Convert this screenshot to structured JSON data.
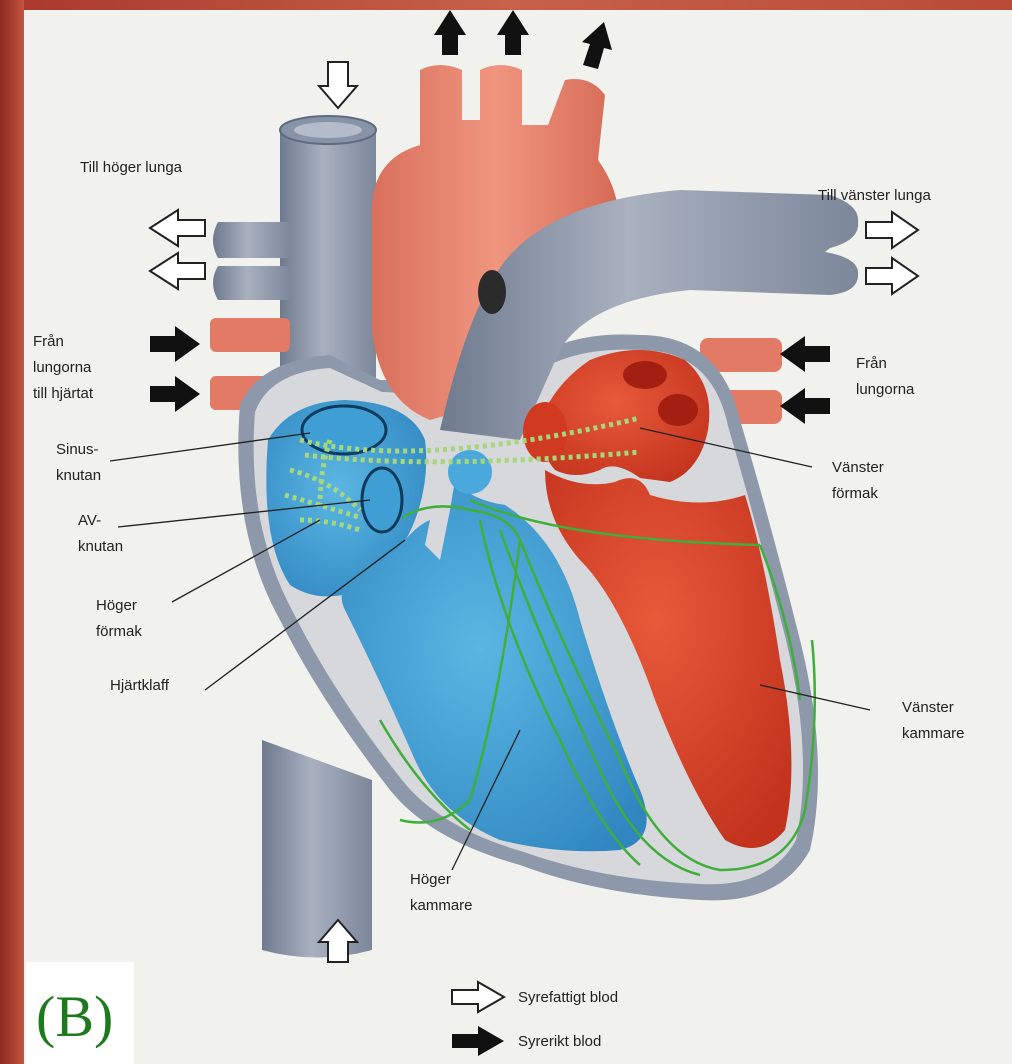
{
  "labels": {
    "till_hoger_lunga": "Till höger lunga",
    "till_vanster_lunga": "Till vänster lunga",
    "fran_lungorna_hjartat_1": "Från",
    "fran_lungorna_hjartat_2": "lungorna",
    "fran_lungorna_hjartat_3": "till hjärtat",
    "fran_lungorna_1": "Från",
    "fran_lungorna_2": "lungorna",
    "sinusknutan_1": "Sinus-",
    "sinusknutan_2": "knutan",
    "avknutan_1": "AV-",
    "avknutan_2": "knutan",
    "hoger_formak_1": "Höger",
    "hoger_formak_2": "förmak",
    "hjartklaff": "Hjärtklaff",
    "vanster_formak_1": "Vänster",
    "vanster_formak_2": "förmak",
    "vanster_kammare_1": "Vänster",
    "vanster_kammare_2": "kammare",
    "hoger_kammare_1": "Höger",
    "hoger_kammare_2": "kammare"
  },
  "legend": {
    "deoxygenated": "Syrefattigt blod",
    "oxygenated": "Syrerikt blod"
  },
  "badge": "(B)",
  "colors": {
    "oxygen_poor_vessel": "#9aa3b3",
    "oxygen_rich_vessel": "#e5836f",
    "right_chambers": "#3f9fd4",
    "left_chambers": "#d9432a",
    "conduction_system": "#3fae3a",
    "badge_text": "#1f7a1f"
  }
}
